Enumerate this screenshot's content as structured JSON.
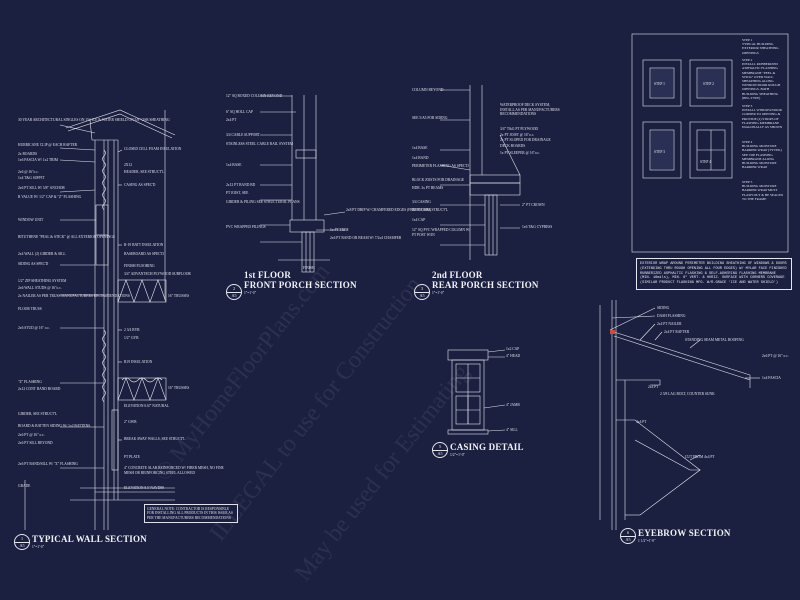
{
  "watermark": [
    "© MyHomeFloorPlans.com",
    "ILLEGAL to use for Construction",
    "May be used for Estimating"
  ],
  "details": [
    {
      "num": "1",
      "sheet": "A5",
      "title": "TYPICAL WALL SECTION",
      "scale": "1\"=1'-0\""
    },
    {
      "num": "2",
      "sheet": "A5",
      "title_line1": "1st FLOOR",
      "title_line2": "FRONT PORCH SECTION",
      "scale": "1\"=1'-0\""
    },
    {
      "num": "3",
      "sheet": "A5",
      "title_line1": "2nd FLOOR",
      "title_line2": "REAR PORCH SECTION",
      "scale": "1\"=1'-0\""
    },
    {
      "num": "5",
      "sheet": "A5",
      "title": "CASING DETAIL",
      "scale": "1/2\"=1'-0\""
    },
    {
      "num": "6",
      "sheet": "A5",
      "title": "EYEBROW SECTION",
      "scale": "1 1/2\"=1'-0\""
    }
  ],
  "wall_notes": [
    "30 YEAR ARCHITECTURAL SINGLES ON 15# ICE & WATER SHIELD ON 5/8\" OSB SHEATHING",
    "HURRICANE CLIP @ EACH RAFTER",
    "2x BOARDS",
    "1x6 FASCIA W/ 1x2 TRIM",
    "2x6 @ 16\"o.c.",
    "1x4 T&G SOFFIT",
    "2x6 PT SILL W/ 5/8\" ANCHOR",
    "R VALUE W/ 1/2\" CAP & \"Z\" FLASHING",
    "WINDOW UNIT",
    "BITUTHENE \"PEAL & STICK\" @ ALL EXTERIOR OPENINGS",
    "2x4 WALL (2) GIRDER & SILL",
    "SIDING AS SPEC'D",
    "1/2\" ZIP SHEATHING SYSTEM",
    "2x6 WALL STUDS @ 16\"o.c.",
    "2x NAILER AS PER TRUSS MANUFACTURERS RECOMMENDATIONS",
    "FLOOR TRUSS",
    "2x6 STUD @ 16\" o.c.",
    "\"Z\" FLASHING",
    "2x12 CONT BAND BOARD",
    "GIRDER, SEE STRUCT'L",
    "BOARD & BATTEN SIDING W/ 1x2 BATTENS",
    "2x6 PT @ 16\" o.c.",
    "2x6 PT SILL BEYOND",
    "2x6 PT BAND/SILL W/ \"Z\" FLASHING",
    "GRADE"
  ],
  "wall_notes_right": [
    "CLOSED CELL FOAM INSULATION",
    "2X12",
    "HEADER, SEE STRUCT'L",
    "CASING AS SPEC'D",
    "R-19 BATT INSULATION",
    "BASEBOARD AS SPEC'D",
    "FINISH FLOORING",
    "3/4\" ADVANTECH PLYWOOD SUBFLOOR",
    "16\" TRUSSES",
    "2 3/4 BYB",
    "1/2\" GYB",
    "R19 INSULATION",
    "16\" TRUSSES",
    "ELEVATION 0.67' NATURAL",
    "2\" GWB",
    "BREAK AWAY WALLS, SEE STRUCT'L",
    "PT PLATE",
    "4\" CONCRETE SLAB REINFORCED W/ FIBER MESH, NO FINE MESH OR REINFORCING STEEL ALLOWED",
    "ELEVATION 8.5' NAVD88"
  ],
  "general_note": "GENERAL NOTE: CONTRACTOR IS RESPONSIBLE FOR INSTALLING ALL PRODUCTS IN THIS ISSUE AS PER THE MANUFACTURERS RECOMMENDATIONS",
  "front_porch_notes": [
    "12\" SQ BOXED COLUMN BEYOND",
    "6\" SQ HOLL CAP",
    "2x4 PT",
    "3/4 CABLE SUPPORT",
    "STAINLESS STEEL CABLE RAIL SYSTEM",
    "1x4 BASE",
    "2x12 PT BAND BD",
    "PT JOIST, SEE",
    "GIRDER & PILING SEE STRUCTURAL PLANS",
    "PVC WRAPPED PILINGS",
    "1x PT TRIM",
    "2x8 PT DRIP W/ CHAMFERED EDGES (FRONT TRIM)",
    "FINISH",
    "2x6 PT BAND OR BEAM W/ 7/2x4 CHAMFER"
  ],
  "rear_porch_notes": [
    "COLUMN BEYOND",
    "SEE 5/A5 FOR SIDING",
    "WATERPROOF DECK SYSTEM, INSTALL AS PER MANUFACTURERS RECOMMENDATIONS",
    "3/4\" T&G PT PLYWOOD",
    "2x PT JOIST @ 16\"o.c.",
    "2x PT SLOPED FOR DRAINAGE",
    "DECK BOARDS",
    "1x PT SLEEPER @ 16\"o.c.",
    "1x4 BASE",
    "1x4 BAND",
    "PERIMETER FLASHING AS SPEC'D",
    "BLOCK JOISTS FOR DRAINAGE",
    "HDR. 3x PT BEAMS",
    "3/4 CASING",
    "BEAM, SEE STRUCT'L",
    "1x4 CAP",
    "2\" PT CROWN",
    "1x6 T&G CYPRESS",
    "12\" SQ PVC WRAPPED COLUMN W/ PT POST W/IN"
  ],
  "casing_notes": [
    "1x2 CAP",
    "4\" HEAD",
    "4\" JAMB",
    "4\" SILL"
  ],
  "eyebrow_notes": [
    "SIDING",
    "DASH FLASHING",
    "2x4 PT NAILER",
    "2x4 PT RAFTER",
    "STANDING SEAM METAL ROOFING",
    "2x6 PT @ 16\" o.c.",
    "1x4 FASCIA",
    "2x4 PT",
    "2 3/8 LAG BOLT, COUNTER SUNK",
    "CUT FROM 4x4 PT",
    "4x4 PT"
  ],
  "flashing_steps": [
    "STEP 1\nTYPICAL BUILDING EXTERIOR SHEATHING OPENINGS",
    "STEP 2\nINSTALL RUBBERIZED ASPHALTIC FLASHING MEMBRANE \"PEEL & STICK\" OVER WALL SHEATHING ALONG WINDOW/DOOR ROUGH OPENINGS. BATH BUILDING SHEATHING (BEL-TYPE)",
    "STEP 3\nINSTALL WINDOW/DOOR CORNER TO OPENING & PROVIDE (2) STRIPS OF FLASHING MEMBRANE DIAGONALLY AS SHOWN",
    "STEP 4\nBUILDING MOISTURE BARRIER WRAP (TYVEK) SEE TOP FLASHING MEMBRANE ALONG BUILDING MOISTURE BARRIER WRAP",
    "STEP 5\nBUILDING MOISTURE BARRIER WRAP MUST FLASH OUT & BE SEALED TO THE FRAME"
  ],
  "flashing_labels": [
    "STEP 1",
    "STEP 2",
    "STEP 3",
    "STEP 4"
  ],
  "exterior_note": "EXTERIOR WRAP AROUND PERIMETER BUILDING SHEATHING OF WINDOWS & DOORS (EXTENDING THRU ROUGH OPENING ALL FOUR EDGES) W/ MYLAR FACE FINISHED RUBBERIZED ASPHALTIC FLASHING & SELF-ADHERING FLASHING MEMBRANE (MIN. 16mils), MIN. 6\" VERT. & HORIZ. SURFACE WITH CORNERS COVERAGE (SIMILAR PRODUCT FLASHING MFG. W/R.GRACE 'ICE AND WATER SHIELD')",
  "colors": {
    "background": "#1c2040",
    "line": "#e6e6ee",
    "accent": "#c8503a"
  }
}
